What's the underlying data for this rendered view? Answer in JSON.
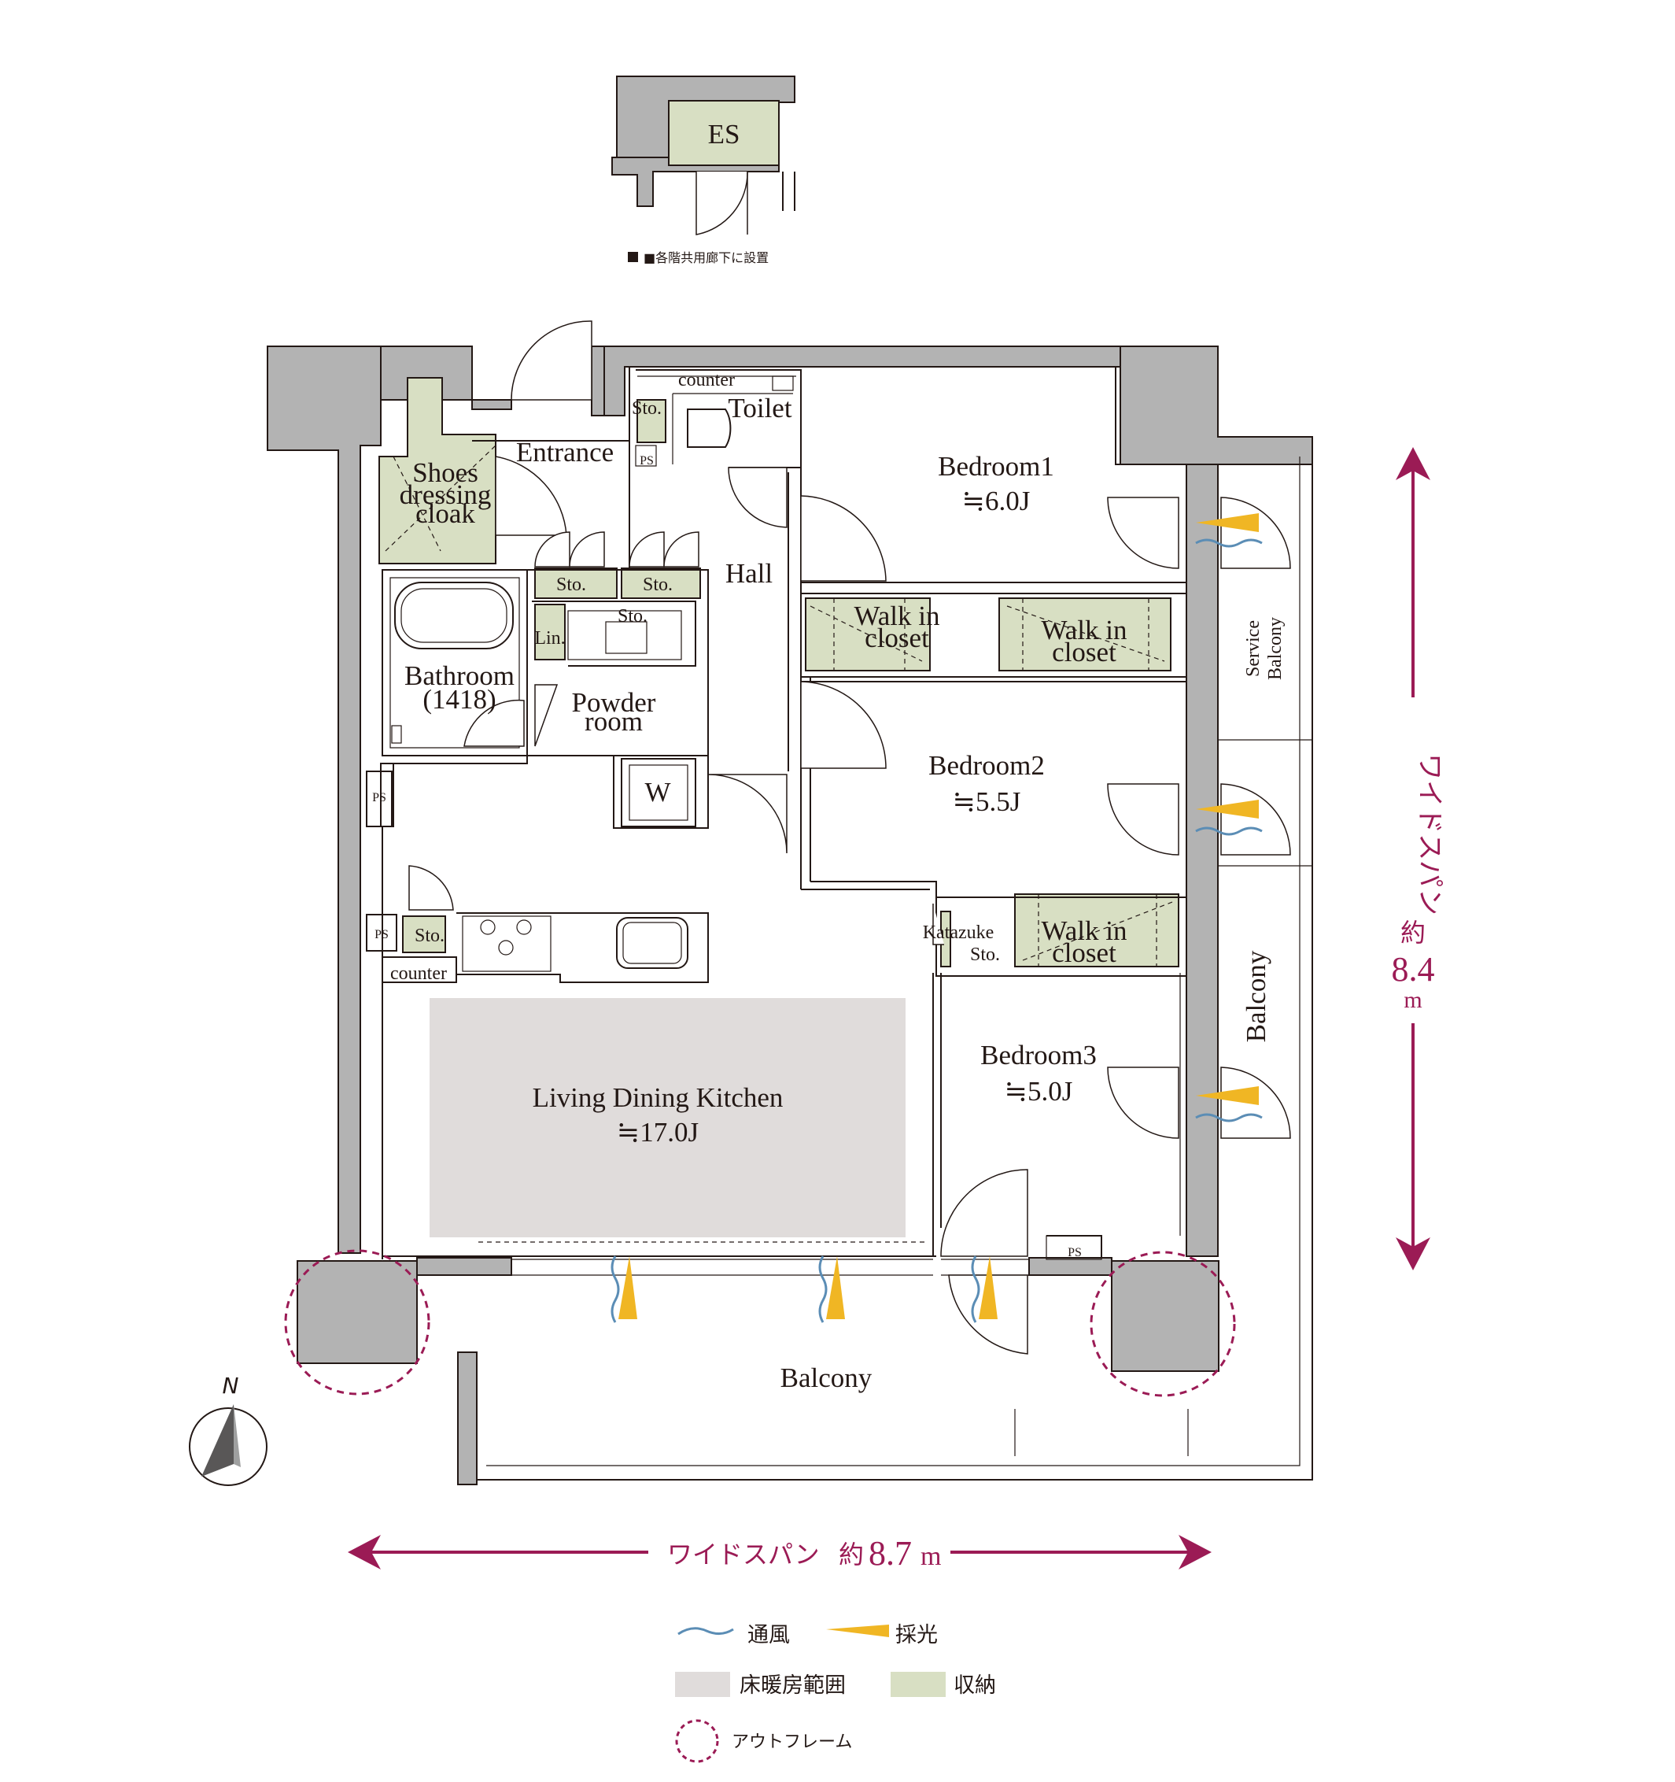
{
  "colors": {
    "accent": "#9b1b55",
    "heated_floor": "#e0dcdb",
    "storage": "#d8dfc3",
    "wall": "#b3b3b3",
    "ventilation": "#5b8db5",
    "daylight": "#f0b624"
  },
  "inset": {
    "es_label": "ES",
    "note": "■各階共用廊下に設置"
  },
  "rooms": {
    "entrance": "Entrance",
    "toilet": "Toilet",
    "counter_toilet": "counter",
    "sto_toilet": "Sto.",
    "ps_toilet": "PS",
    "shoes_line1": "Shoes",
    "shoes_line2": "dressing",
    "shoes_line3": "cloak",
    "hall": "Hall",
    "sto_hall1": "Sto.",
    "sto_hall2": "Sto.",
    "sto_powder": "Sto.",
    "linen": "Lin.",
    "bathroom": "Bathroom",
    "bathroom_size": "(1418)",
    "powder_line1": "Powder",
    "powder_line2": "room",
    "washer": "W",
    "bedroom1": "Bedroom1",
    "bedroom1_size": "≒6.0J",
    "wic1_line1": "Walk in",
    "wic1_line2": "closet",
    "wic2_line1": "Walk in",
    "wic2_line2": "closet",
    "bedroom2": "Bedroom2",
    "bedroom2_size": "≒5.5J",
    "katazuke_line1": "Katazuke",
    "katazuke_line2": "Sto.",
    "wic3_line1": "Walk in",
    "wic3_line2": "closet",
    "bedroom3": "Bedroom3",
    "bedroom3_size": "≒5.0J",
    "ps_west": "PS",
    "ps_kitchen": "PS",
    "sto_kitchen": "Sto.",
    "counter_kitchen": "counter",
    "ldk": "Living Dining Kitchen",
    "ldk_size": "≒17.0J",
    "ps_south": "PS",
    "service_balcony_line1": "Service",
    "service_balcony_line2": "Balcony",
    "balcony_east": "Balcony",
    "balcony_south": "Balcony"
  },
  "compass": {
    "north": "N"
  },
  "dimensions": {
    "vertical_line1": "ワイドスパン",
    "vertical_line2": "約",
    "vertical_line3": "8.4",
    "vertical_line4": "m",
    "horizontal_prefix": "ワイドスパン",
    "horizontal_approx": "約",
    "horizontal_value": "8.7",
    "horizontal_unit": "m"
  },
  "legend": {
    "ventilation": "通風",
    "daylight": "採光",
    "floor_heating": "床暖房範囲",
    "storage": "収納",
    "outframe": "アウトフレーム"
  }
}
